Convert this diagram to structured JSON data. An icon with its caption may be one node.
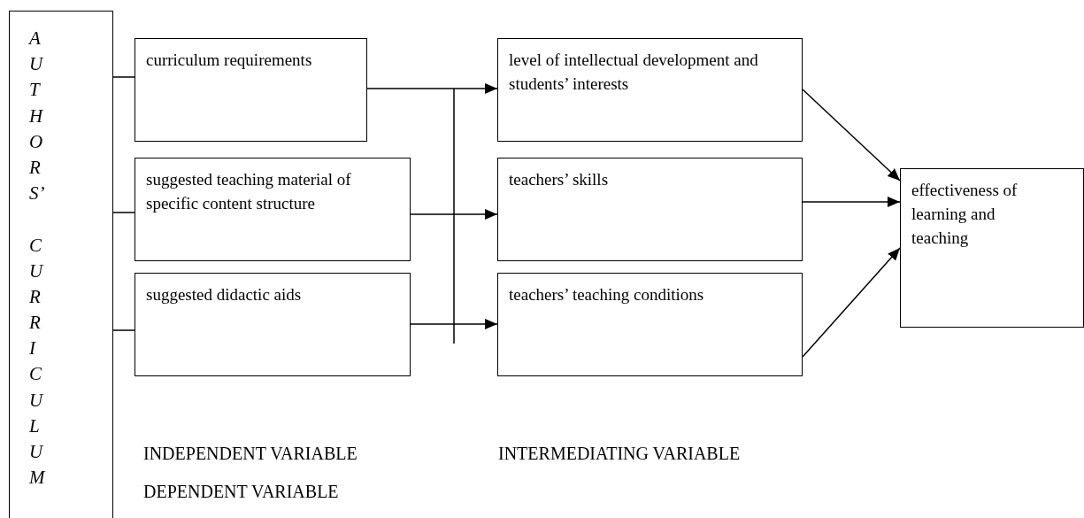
{
  "diagram": {
    "nodes": [
      {
        "text": [
          "AUTHORS’ CURRICULUM"
        ]
      },
      {
        "text": [
          "curriculum requirements"
        ]
      },
      {
        "text": [
          "suggested teaching material of specific content structure"
        ]
      },
      {
        "text": [
          "suggested didactic aids"
        ]
      },
      {
        "text": [
          "level of intellectual development and students’ interests"
        ]
      },
      {
        "text": [
          "teachers’ skills"
        ]
      },
      {
        "text": [
          "teachers’ teaching conditions"
        ]
      },
      {
        "text": [
          "effectiveness of learning and teaching"
        ]
      }
    ],
    "edges": [
      {
        "from": 0,
        "to": 1,
        "arrow": "none"
      },
      {
        "from": 0,
        "to": 2,
        "arrow": "none"
      },
      {
        "from": 0,
        "to": 3,
        "arrow": "none"
      },
      {
        "from": 1,
        "to": 4,
        "arrow": "to"
      },
      {
        "from": 2,
        "to": 5,
        "arrow": "to"
      },
      {
        "from": 3,
        "to": 6,
        "arrow": "to"
      },
      {
        "from": 4,
        "to": 7,
        "arrow": "to"
      },
      {
        "from": 5,
        "to": 7,
        "arrow": "to"
      },
      {
        "from": 6,
        "to": 7,
        "arrow": "to"
      }
    ],
    "labels": [
      "INDEPENDENT VARIABLE",
      "INTERMEDIATING VARIABLE",
      "DEPENDENT VARIABLE"
    ]
  }
}
